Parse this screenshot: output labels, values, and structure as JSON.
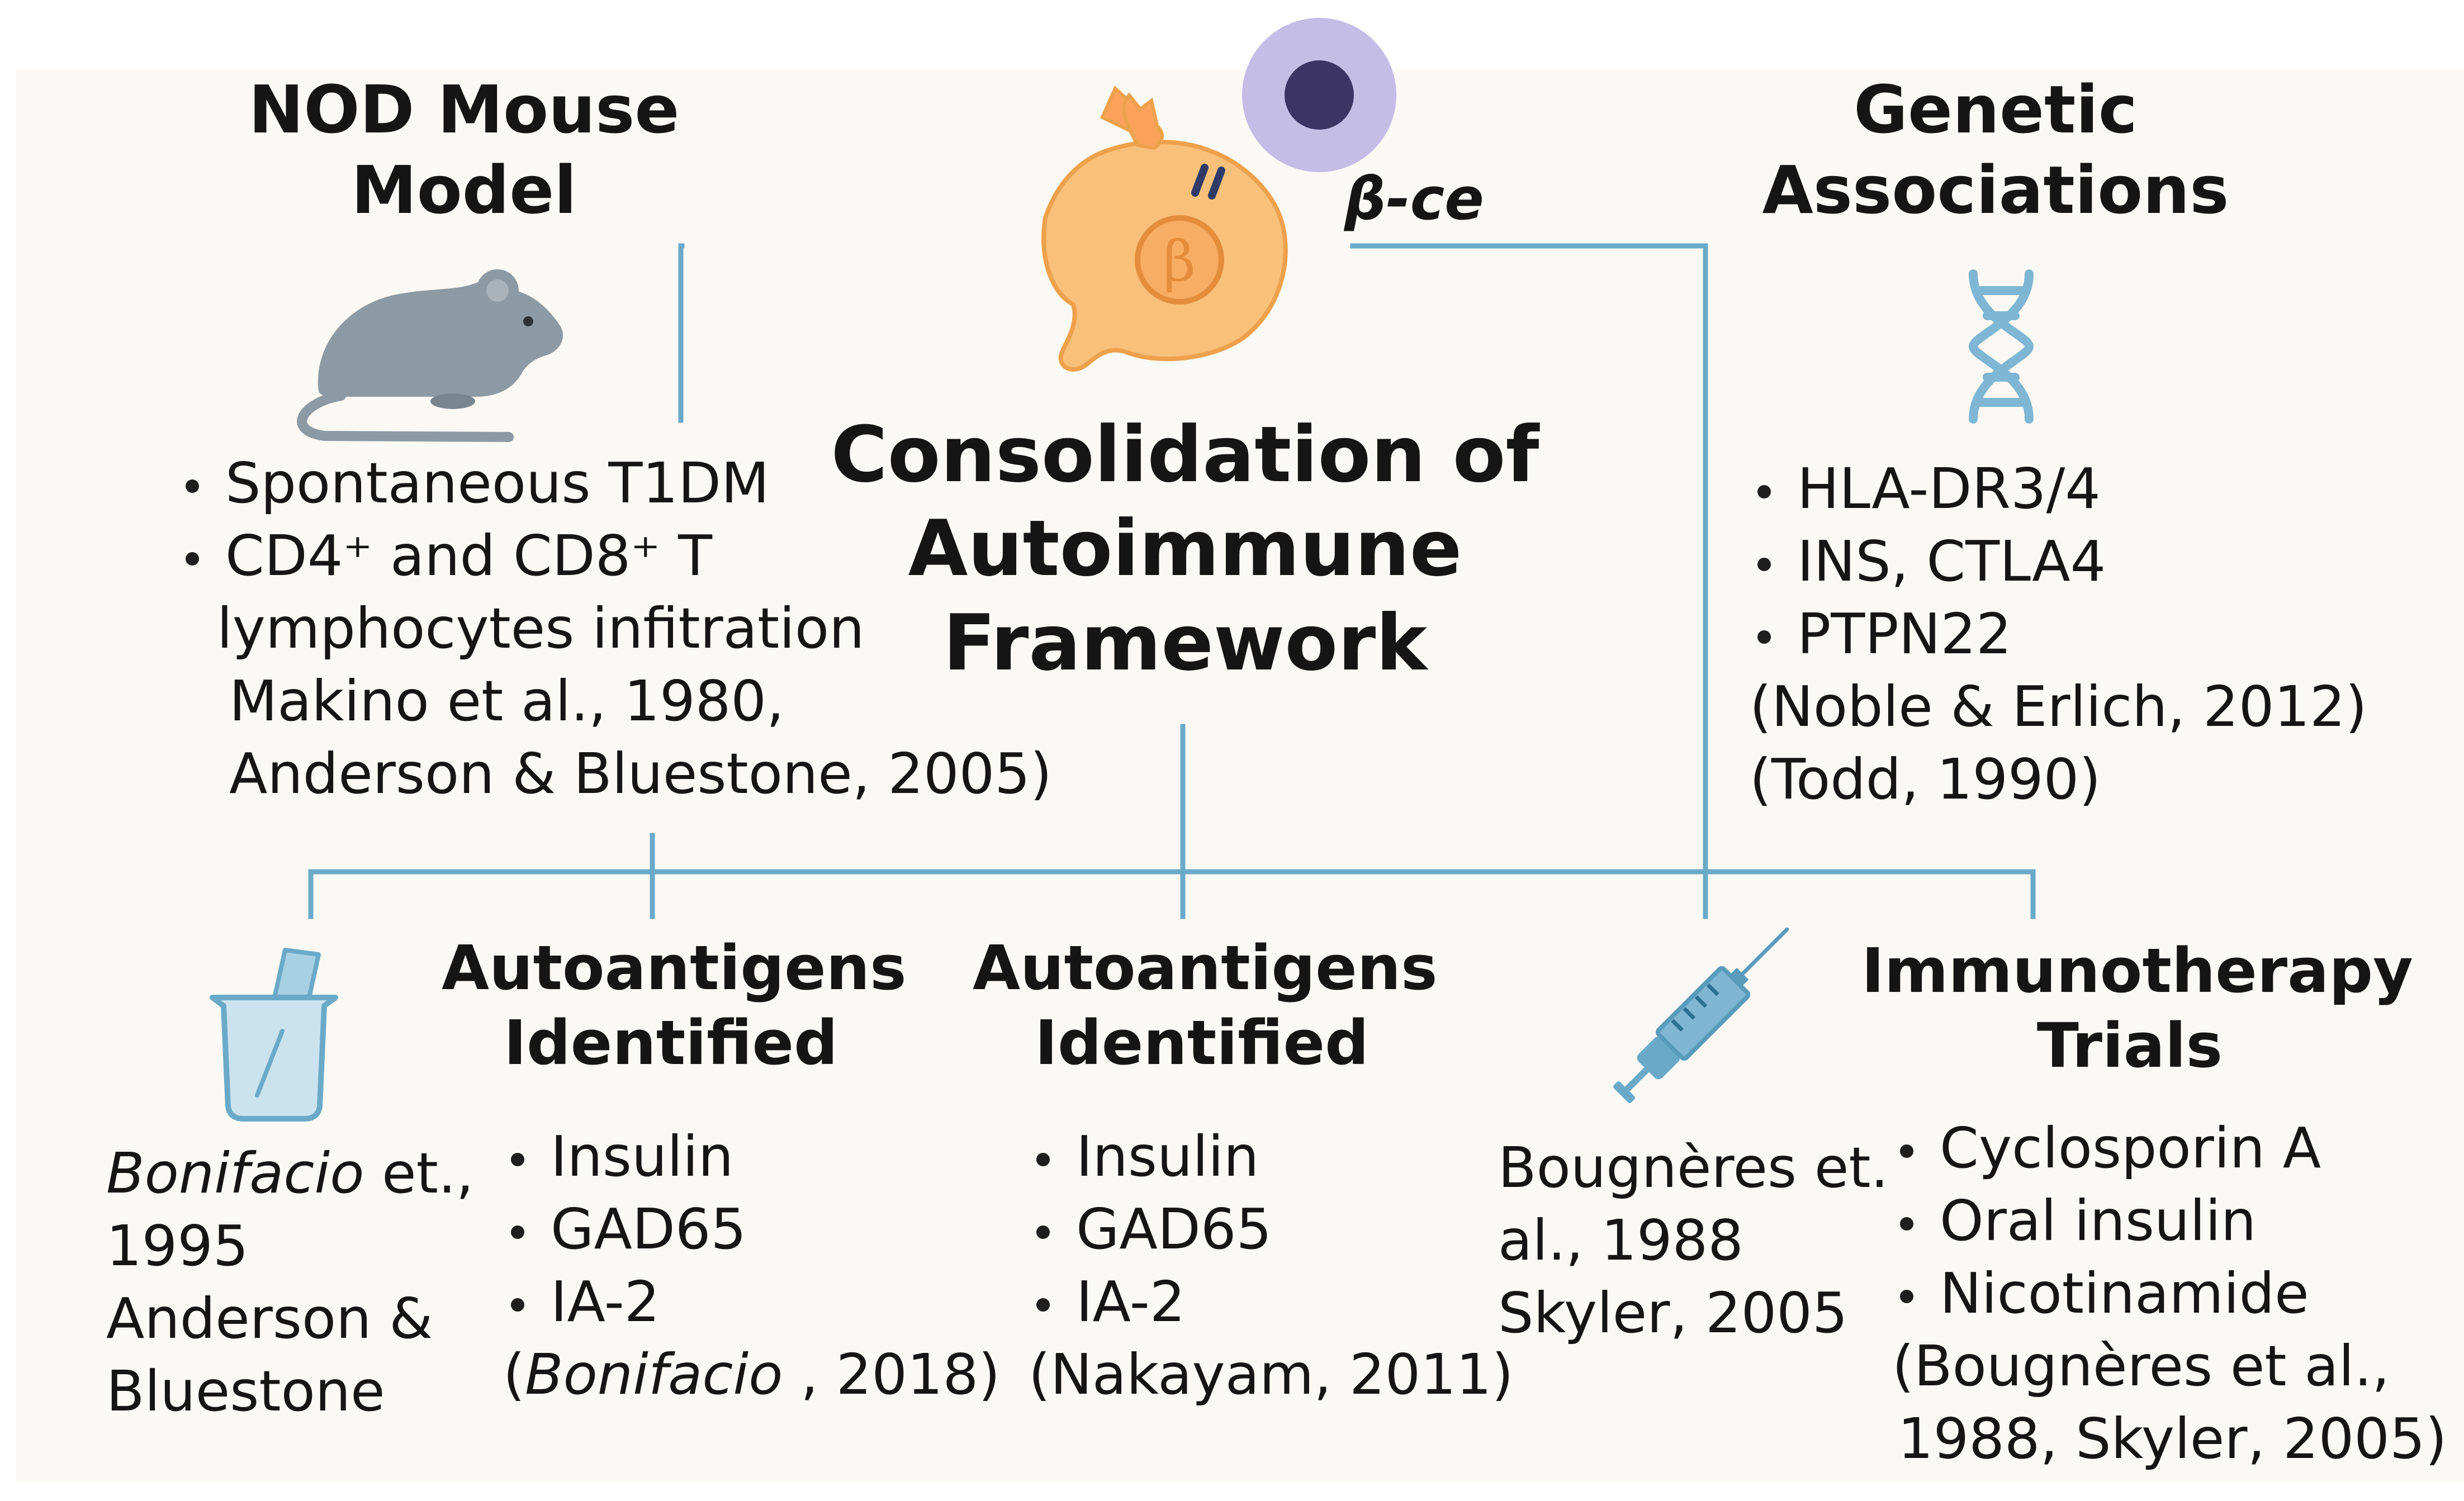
{
  "center": {
    "title": [
      "Consolidation of",
      "Autoimmune",
      "Framework"
    ],
    "beta_symbol": "β",
    "cell_label": "β-ce"
  },
  "nod": {
    "title": [
      "NOD Mouse",
      "Model"
    ],
    "items": [
      "Spontaneous T1DM",
      "CD4⁺ and CD8⁺ T"
    ],
    "continuation": "lymphocytes infitration",
    "citations": [
      "Makino et al., 1980,",
      "Anderson & Bluestone, 2005)"
    ]
  },
  "genetic": {
    "title": [
      "Genetic",
      "Associations"
    ],
    "items": [
      "HLA-DR3/4",
      "INS, CTLA4",
      "PTPN22"
    ],
    "citations": [
      "(Noble & Erlich, 2012)",
      "(Todd, 1990)"
    ]
  },
  "beaker_citation": {
    "line1_italic": "Bonifacio",
    "line1_rest": " et.,",
    "lines": [
      "1995",
      "Anderson &",
      "Bluestone"
    ]
  },
  "autoantigens_1": {
    "title": [
      "Autoantigens",
      "Identified"
    ],
    "items": [
      "Insulin",
      "GAD65",
      "IA-2"
    ],
    "citation_open": "(",
    "citation_italic": "Bonifacio",
    "citation_rest": " , 2018)"
  },
  "autoantigens_2": {
    "title": [
      "Autoantigens",
      "Identified"
    ],
    "items": [
      "Insulin",
      "GAD65",
      "IA-2"
    ],
    "citation": "(Nakayam, 2011)"
  },
  "syringe_citation": {
    "lines": [
      "Bougnères et.",
      "al., 1988",
      "Skyler, 2005"
    ]
  },
  "immunotherapy": {
    "title": [
      "Immunotherapy",
      "Trials"
    ],
    "items": [
      "Cyclosporin A",
      "Oral insulin",
      "Nicotinamide"
    ],
    "citations": [
      "(Bougnères et al.,",
      "1988, Skyler, 2005)"
    ]
  },
  "colors": {
    "connector": "#6aaac8",
    "cell_fill": "#f9c07a",
    "cell_stroke": "#eea14c",
    "tcell_outer": "#c4bde6",
    "tcell_inner": "#3c3563",
    "mouse": "#8d9aa3",
    "icon_blue": "#7eb6d3"
  },
  "icons": [
    "mouse-icon",
    "beta-cell-icon",
    "t-cell-icon",
    "dna-icon",
    "beaker-icon",
    "syringe-icon"
  ]
}
